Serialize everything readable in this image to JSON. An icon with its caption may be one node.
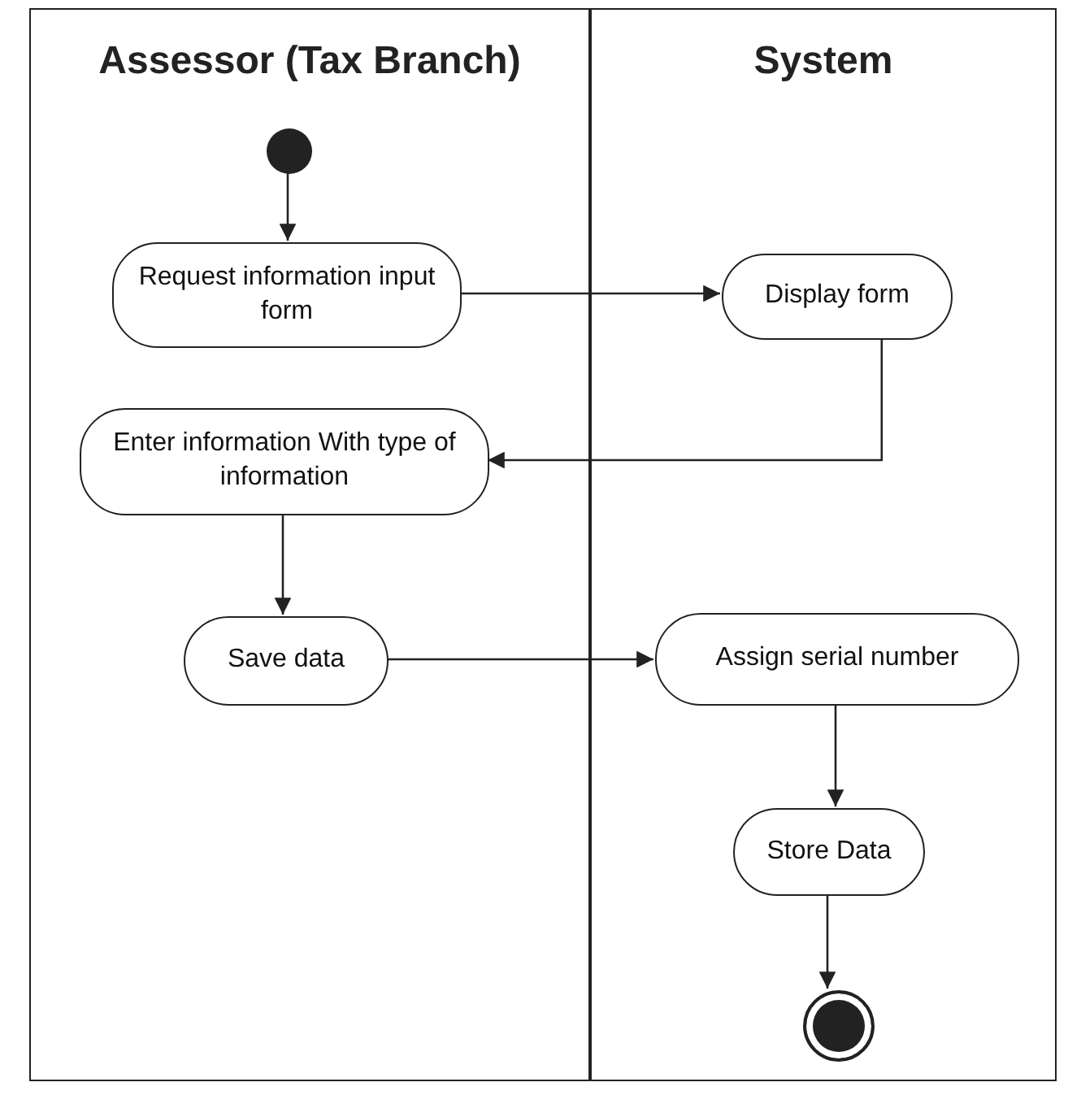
{
  "diagram": {
    "nodes": [
      {
        "text": [
          "Assessor (Tax Branch)"
        ]
      },
      {
        "text": [
          "System"
        ]
      },
      {
        "text": [],
        "shape": "circle",
        "in": 0
      },
      {
        "text": [
          "Request information input form"
        ],
        "in": 0
      },
      {
        "text": [
          "Display form"
        ],
        "in": 1
      },
      {
        "text": [
          "Enter information With type of information"
        ],
        "in": 0
      },
      {
        "text": [
          "Save data"
        ],
        "in": 0
      },
      {
        "text": [
          "Assign serial number"
        ],
        "in": 1
      },
      {
        "text": [
          "Store Data"
        ],
        "in": 1
      },
      {
        "text": [],
        "shape": "circle",
        "in": 1
      }
    ],
    "edges": [
      {
        "from": 2,
        "to": 3,
        "arrow": "to"
      },
      {
        "from": 3,
        "to": 4,
        "arrow": "to"
      },
      {
        "from": 4,
        "to": 5,
        "arrow": "to"
      },
      {
        "from": 5,
        "to": 6,
        "arrow": "to"
      },
      {
        "from": 6,
        "to": 7,
        "arrow": "to"
      },
      {
        "from": 7,
        "to": 8,
        "arrow": "to"
      },
      {
        "from": 8,
        "to": 9,
        "arrow": "to"
      }
    ]
  }
}
